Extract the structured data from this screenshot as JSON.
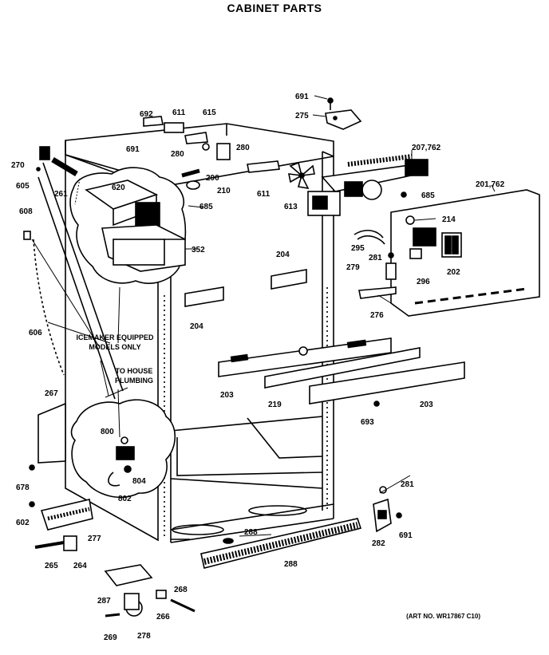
{
  "title": "CABINET PARTS",
  "art_number": "(ART NO. WR17867 C10)",
  "callouts": {
    "icemaker": [
      "ICEMAKER EQUIPPED",
      "MODELS ONLY"
    ],
    "plumbing": [
      "TO HOUSE",
      "PLUMBING"
    ]
  },
  "part_labels": {
    "p691a": "691",
    "p275": "275",
    "p692": "692",
    "p611a": "611",
    "p615": "615",
    "p691b": "691",
    "p280a": "280",
    "p290": "290",
    "p270": "270",
    "p605": "605",
    "p261": "261",
    "p620": "620",
    "p210": "210",
    "p685a": "685",
    "p611b": "611",
    "p613": "613",
    "p207": "207,762",
    "p685b": "685",
    "p201": "201,762",
    "p214": "214",
    "p295": "295",
    "p608": "608",
    "p352": "352",
    "p281a": "281",
    "p279": "279",
    "p202": "202",
    "p296": "296",
    "p204a": "204",
    "p204b": "204",
    "p276": "276",
    "p606": "606",
    "p203a": "203",
    "p219": "219",
    "p203b": "203",
    "p693": "693",
    "p267": "267",
    "p800": "800",
    "p804": "804",
    "p802": "802",
    "p678": "678",
    "p281b": "281",
    "p691c": "691",
    "p282": "282",
    "p602": "602",
    "p277": "277",
    "p288a": "288",
    "p288b": "288",
    "p265": "265",
    "p264": "264",
    "p287": "287",
    "p266": "266",
    "p268": "268",
    "p269": "269",
    "p278": "278",
    "p280b": "280"
  }
}
